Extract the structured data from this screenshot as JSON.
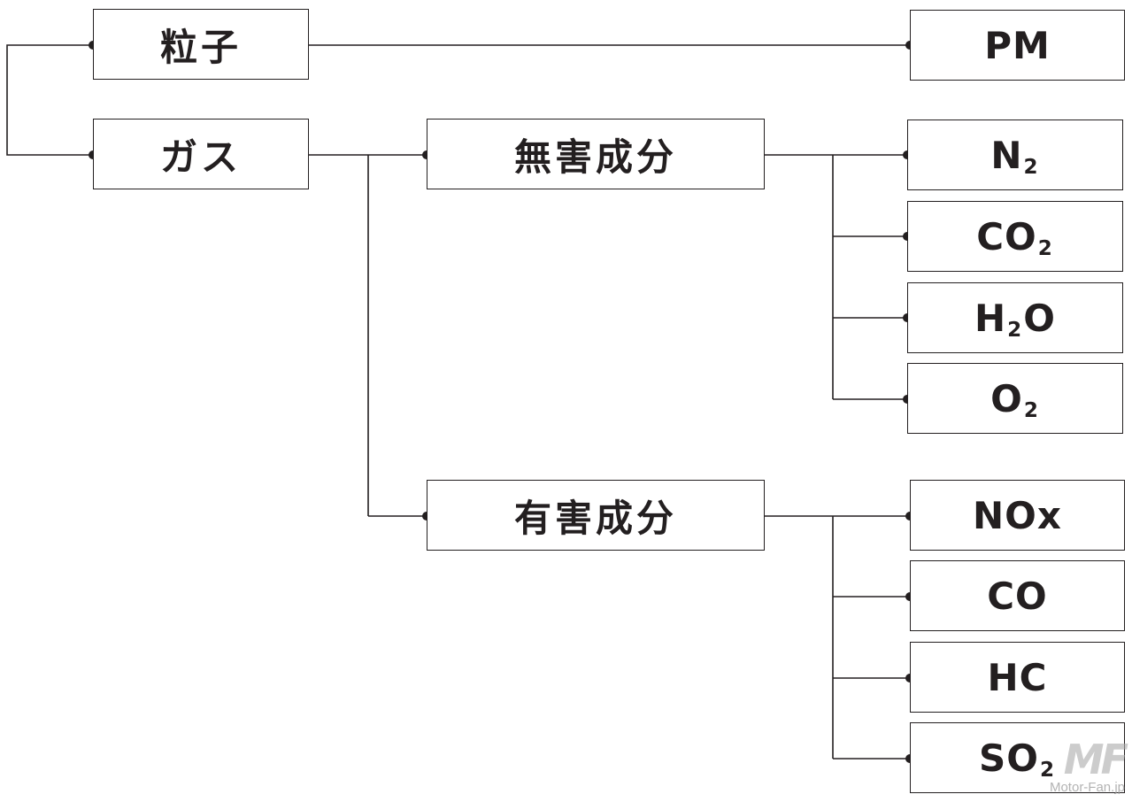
{
  "nodes": {
    "particle": "粒子",
    "gas": "ガス",
    "pm": "PM",
    "harmless": "無害成分",
    "harmful": "有害成分",
    "n2": {
      "main": "N",
      "sub": "2",
      "tail": ""
    },
    "co2": {
      "main": "CO",
      "sub": "2",
      "tail": ""
    },
    "h2o": {
      "main": "H",
      "sub": "2",
      "tail": "O"
    },
    "o2": {
      "main": "O",
      "sub": "2",
      "tail": ""
    },
    "nox": "NOx",
    "co": "CO",
    "hc": "HC",
    "so2": {
      "main": "SO",
      "sub": "2",
      "tail": ""
    }
  },
  "watermark": {
    "mark": "MF",
    "site": "Motor-Fan.jp"
  }
}
